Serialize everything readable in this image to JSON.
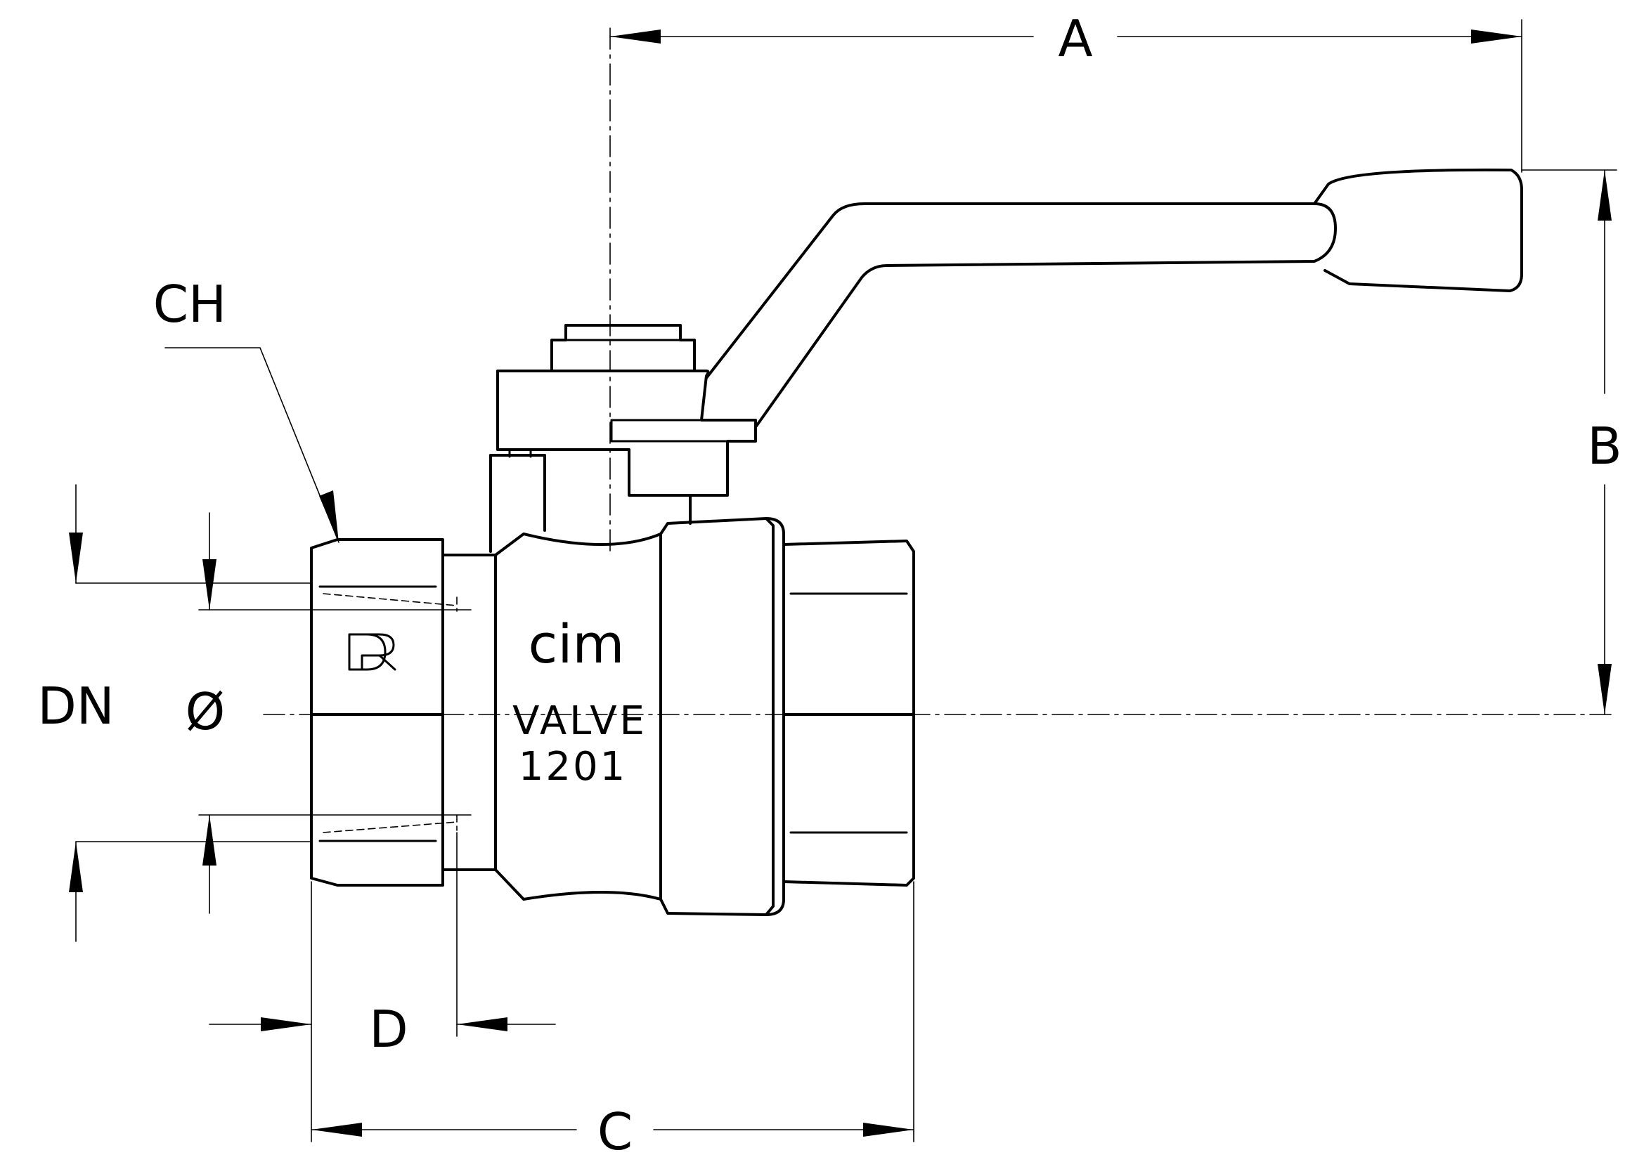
{
  "dimensions": {
    "a": "A",
    "b": "B",
    "c": "C",
    "d": "D",
    "ch": "CH",
    "dn": "DN",
    "diameter": "Ø"
  },
  "body_markings": {
    "brand": "cim",
    "line1": "VALVE",
    "line2": "1201"
  },
  "colors": {
    "line": "#000000",
    "background": "#ffffff"
  },
  "icons": {
    "end_cap_mark": "dr-logo-mark"
  }
}
